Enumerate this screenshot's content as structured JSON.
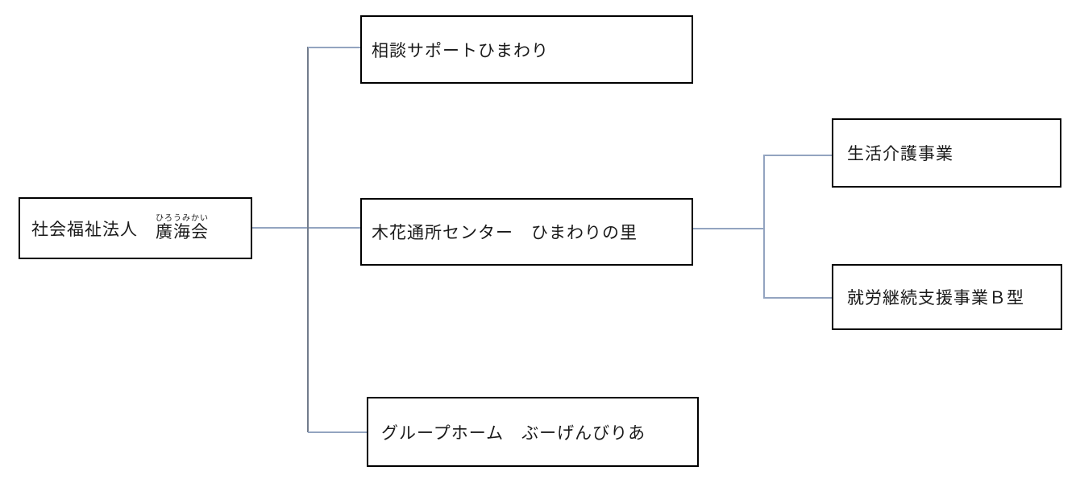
{
  "theme": {
    "background": "#ffffff",
    "box_border_color": "#000000",
    "text_color": "#1a1a1a",
    "trunk_line_color": "#727c8c",
    "branch_line_color": "#93a4c0"
  },
  "nodes": {
    "root": {
      "prefix": "社会福祉法人　",
      "ruby_base": "廣海会",
      "ruby_text": "ひろうみかい"
    },
    "branch1": {
      "label": "相談サポートひまわり"
    },
    "branch2": {
      "label": "木花通所センター　ひまわりの里"
    },
    "branch3": {
      "label": "グループホーム　ぶーげんびりあ"
    },
    "sub1": {
      "label": "生活介護事業"
    },
    "sub2": {
      "label": "就労継続支援事業Ｂ型"
    }
  }
}
